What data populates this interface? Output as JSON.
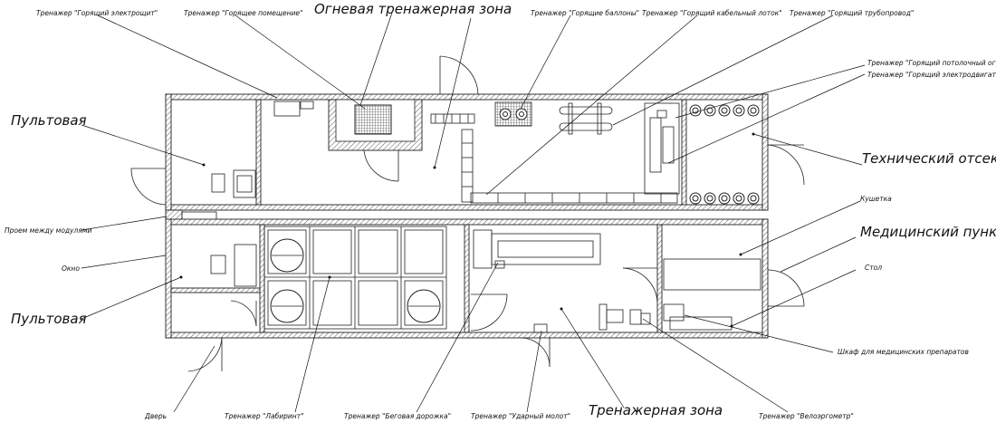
{
  "zones": {
    "fire_zone": "Огневая тренажерная зона",
    "tech_compartment": "Технический отсек",
    "control_room_top": "Пультовая",
    "control_room_bottom": "Пультовая",
    "medical_point": "Медицинский пункт",
    "training_zone": "Тренажерная зона"
  },
  "labels": {
    "burning_shield": "Тренажер \"Горящий электрощит\"",
    "burning_room": "Тренажер \"Горящее помещение\"",
    "burning_cylinders": "Тренажер \"Горящие баллоны\"",
    "burning_cable_tray": "Тренажер \"Горящий кабельный лоток\"",
    "burning_pipeline": "Тренажер \"Горящий трубопровод\"",
    "ceiling_fire": "Тренажер \"Горящий потолочный огонь\"",
    "burning_motor": "Тренажер \"Горящий электродвигатель\"",
    "passage": "Проем между модулями",
    "window": "Окно",
    "couch": "Кушетка",
    "table": "Стол",
    "cabinet": "Шкаф для медицинских препаратов",
    "door": "Дверь",
    "labyrinth": "Тренажер \"Лабиринт\"",
    "treadmill": "Тренажер \"Беговая дорожка\"",
    "hammer": "Тренажер \"Ударный молот\"",
    "veloergometer": "Тренажер \"Велоэргометр\""
  }
}
